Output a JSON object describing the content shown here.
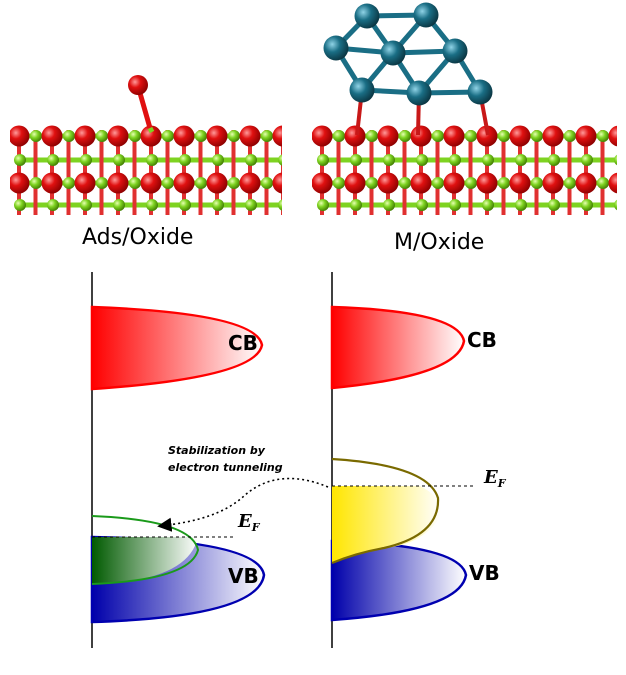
{
  "panels": {
    "left": {
      "caption": "Ads/Oxide"
    },
    "right": {
      "caption": "M/Oxide"
    }
  },
  "bands": {
    "cb_label": "CB",
    "vb_label": "VB",
    "fermi_symbol": "E",
    "fermi_subscript": "F"
  },
  "annotation": {
    "line1": "Stabilization by",
    "line2": "electron tunneling"
  },
  "colors": {
    "oxygen_atom": "#e01010",
    "metal_cation_atom": "#7ed321",
    "supported_metal_atom": "#1a6e85",
    "conduction_band": "#ff0000",
    "valence_band": "#0000b0",
    "adsorbate_state": "#006400",
    "metal_state": "#ffee00"
  }
}
